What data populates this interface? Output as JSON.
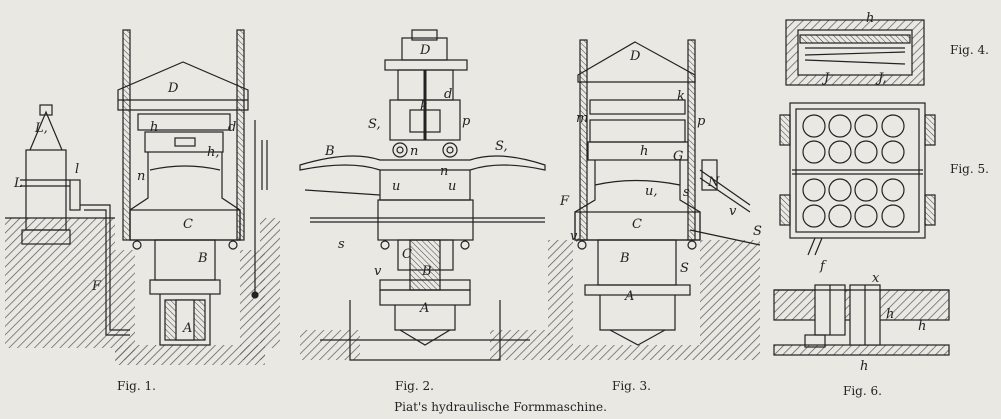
{
  "figure_labels": {
    "fig1": "Fig. 1.",
    "fig2": "Fig. 2.",
    "fig3": "Fig. 3.",
    "fig4": "Fig. 4.",
    "fig5": "Fig. 5.",
    "fig6": "Fig. 6."
  },
  "caption": "Piat's hydraulische Formmaschine.",
  "colors": {
    "paper": "#e9e8e3",
    "ink": "#222222",
    "hatch": "#555555"
  }
}
